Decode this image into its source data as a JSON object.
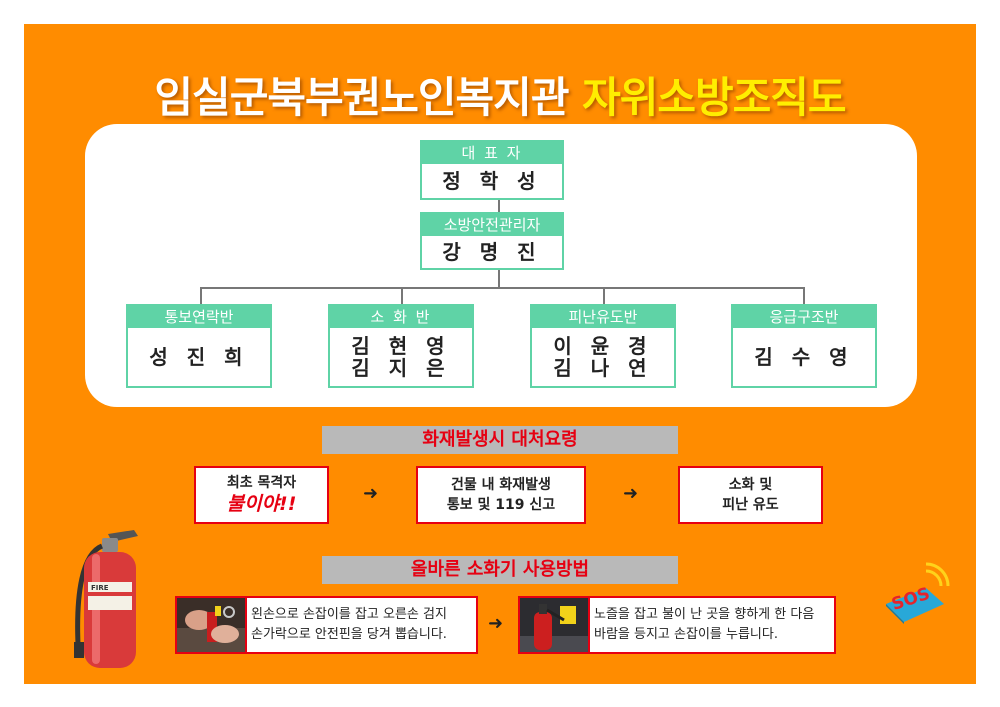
{
  "title": {
    "main": "임실군북부권노인복지관",
    "highlight": "자위소방조직도"
  },
  "org": {
    "representative": {
      "role": "대 표 자",
      "name": "정 학 성"
    },
    "safety_manager": {
      "role": "소방안전관리자",
      "name": "강 명 진"
    },
    "teams": [
      {
        "role": "통보연락반",
        "names": [
          "성 진 희"
        ]
      },
      {
        "role": "소 화 반",
        "names": [
          "김 현 영",
          "김 지 은"
        ]
      },
      {
        "role": "피난유도반",
        "names": [
          "이 윤 경",
          "김 나 연"
        ]
      },
      {
        "role": "응급구조반",
        "names": [
          "김 수 영"
        ]
      }
    ]
  },
  "fire_response": {
    "heading": "화재발생시 대처요령",
    "arrow": "➜",
    "steps": [
      {
        "line1": "최초 목격자",
        "emphasis": "불이야!!"
      },
      {
        "line1": "건물 내 화재발생",
        "line2": "통보 및 119 신고"
      },
      {
        "line1": "소화 및",
        "line2": "피난 유도"
      }
    ]
  },
  "extinguisher": {
    "heading": "올바른 소화기 사용방법",
    "arrow": "➜",
    "steps": [
      {
        "line1": "왼손으로 손잡이를 잡고 오른손 검지",
        "line2": "손가락으로 안전핀을 당겨 뽑습니다."
      },
      {
        "line1": "노즐을 잡고 불이 난 곳을 향하게 한 다음",
        "line2": "바람을 등지고 손잡이를 누릅니다."
      }
    ]
  },
  "decor": {
    "extinguisher_label": "FIRE",
    "sos_label": "SOS",
    "icons": [
      "fire-extinguisher-icon",
      "sos-phone-icon"
    ]
  },
  "colors": {
    "background": "#ff8c00",
    "accent_green": "#5fd3a6",
    "accent_red": "#e60012",
    "title_highlight": "#ffee00",
    "band_gray": "#b9b9b9"
  }
}
